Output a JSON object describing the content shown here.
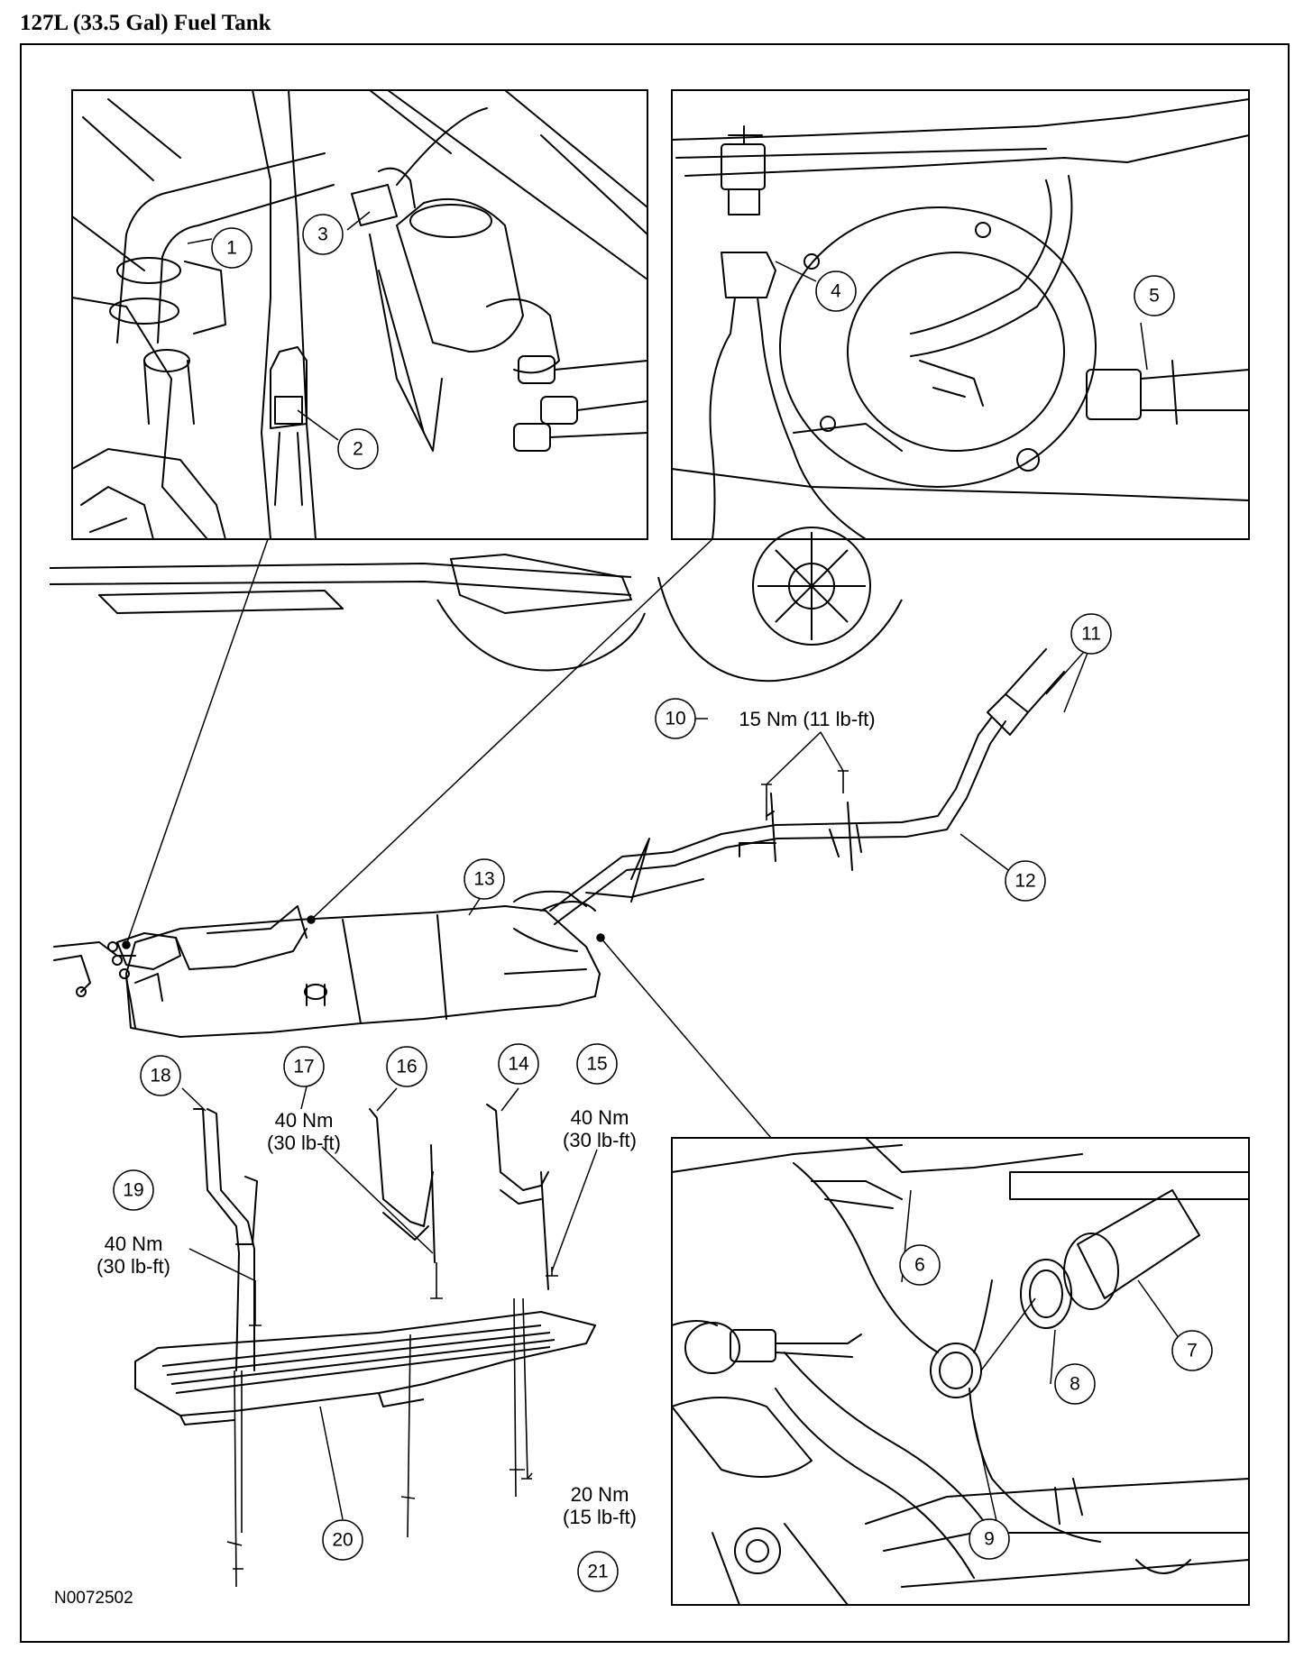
{
  "title": "127L (33.5 Gal) Fuel Tank",
  "figure_id": "N0072502",
  "callouts": {
    "c1": "1",
    "c2": "2",
    "c3": "3",
    "c4": "4",
    "c5": "5",
    "c6": "6",
    "c7": "7",
    "c8": "8",
    "c9": "9",
    "c10": "10",
    "c11": "11",
    "c12": "12",
    "c13": "13",
    "c14": "14",
    "c15": "15",
    "c16": "16",
    "c17": "17",
    "c18": "18",
    "c19": "19",
    "c20": "20",
    "c21": "21"
  },
  "torque": {
    "t10": "15 Nm (11 lb-ft)",
    "t15_nm": "40 Nm",
    "t15_lbft": "(30 lb-ft)",
    "t17_nm": "40 Nm",
    "t17_lbft": "(30 lb-ft)",
    "t19_nm": "40 Nm",
    "t19_lbft": "(30 lb-ft)",
    "t21_nm": "20 Nm",
    "t21_lbft": "(15 lb-ft)"
  }
}
